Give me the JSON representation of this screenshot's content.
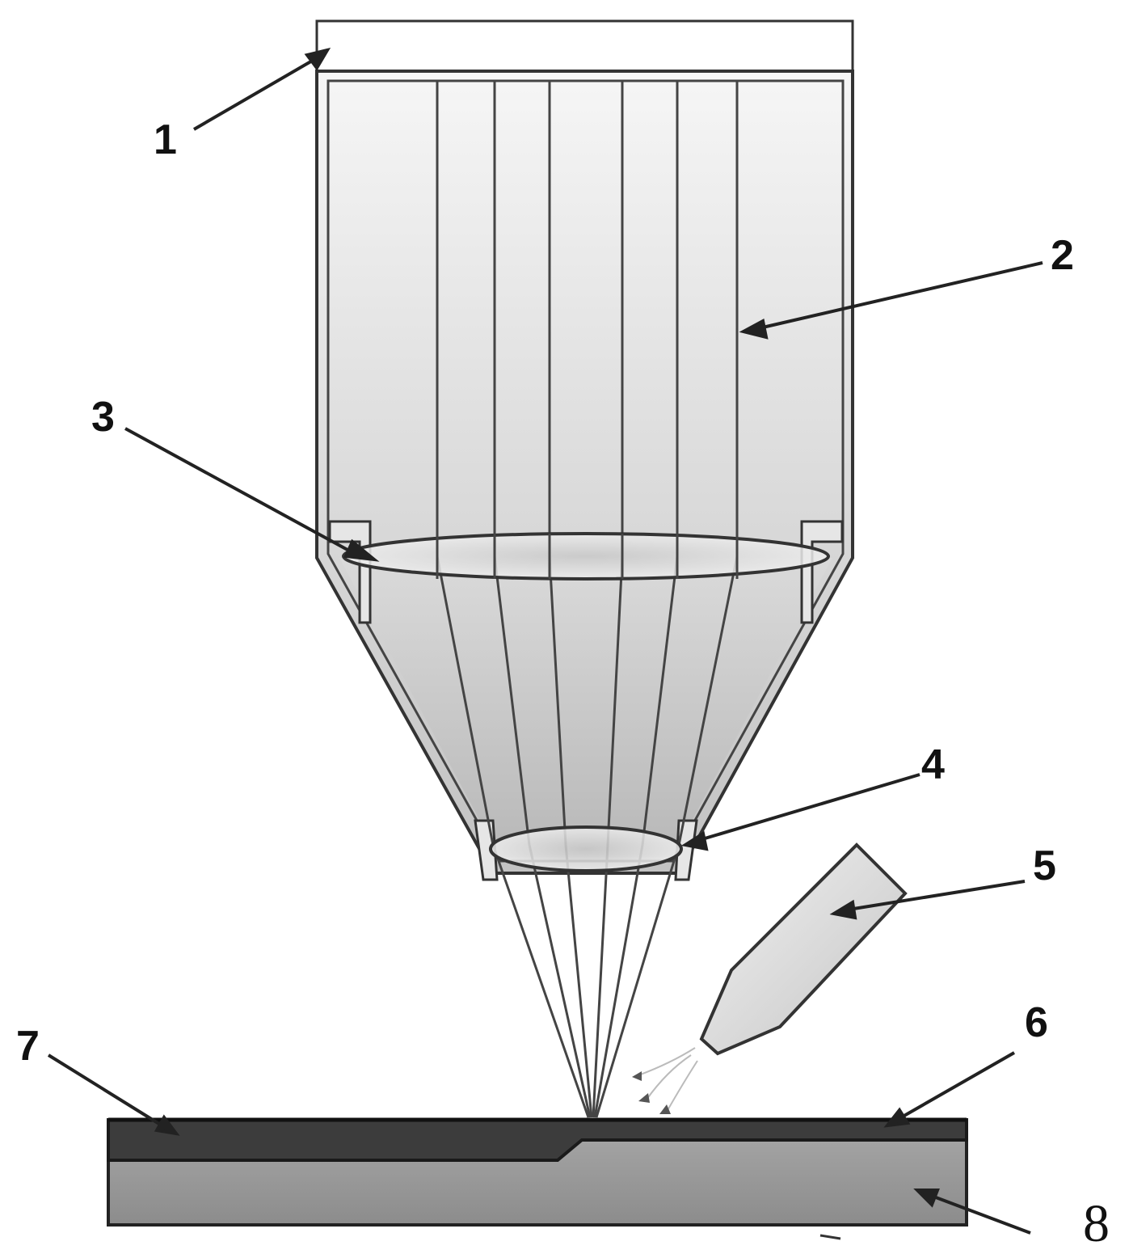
{
  "labels": {
    "l1": "1",
    "l2": "2",
    "l3": "3",
    "l4": "4",
    "l5": "5",
    "l6": "6",
    "l7": "7",
    "l8": "8"
  },
  "colors": {
    "ink": "#222222",
    "housing_fill_top": "#f5f5f5",
    "housing_fill_bottom": "#c9c9c9",
    "coating_layer": "#3c3c3c",
    "substrate": "#9a9a9a",
    "nozzle_fill": "#dcdcdc"
  }
}
